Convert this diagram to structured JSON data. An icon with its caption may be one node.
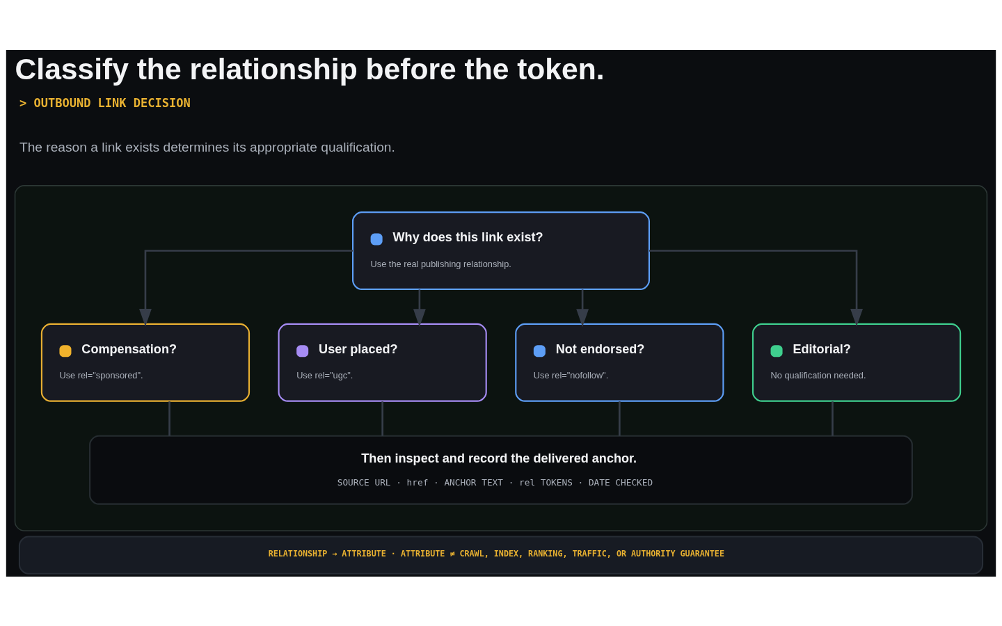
{
  "diagram": {
    "title": "Classify the relationship before the token.",
    "nodes": [
      {
        "text": [],
        "shape": "box"
      },
      {
        "text": [
          "Why does this link exist?",
          "Use the real publishing relationship."
        ],
        "in": 0
      },
      {
        "text": [
          "Compensation?",
          "Use rel=\"sponsored\"."
        ],
        "in": 0
      },
      {
        "text": [
          "User placed?",
          "Use rel=\"ugc\"."
        ],
        "in": 0
      },
      {
        "text": [
          "Not endorsed?",
          "Use rel=\"nofollow\"."
        ],
        "in": 0
      },
      {
        "text": [
          "Editorial?",
          "No qualification needed."
        ],
        "in": 0
      },
      {
        "text": [
          "Then inspect and record the delivered anchor.",
          "SOURCE URL · href · ANCHOR TEXT · rel TOKENS · DATE CHECKED"
        ],
        "in": 0
      },
      {
        "text": [
          "RELATIONSHIP → ATTRIBUTE · ATTRIBUTE ≠ CRAWL, INDEX, RANKING, TRAFFIC, OR AUTHORITY GUARANTEE"
        ]
      }
    ],
    "edges": [
      {
        "from": 1,
        "to": 2,
        "arrow": "to"
      },
      {
        "from": 1,
        "to": 3,
        "arrow": "to"
      },
      {
        "from": 1,
        "to": 4,
        "arrow": "to"
      },
      {
        "from": 1,
        "to": 5,
        "arrow": "to"
      },
      {
        "from": 2,
        "to": 6,
        "arrow": "none"
      },
      {
        "from": 3,
        "to": 6,
        "arrow": "none"
      },
      {
        "from": 4,
        "to": 6,
        "arrow": "none"
      },
      {
        "from": 5,
        "to": 6,
        "arrow": "none"
      }
    ],
    "labels": [
      "> OUTBOUND LINK DECISION",
      "The reason a link exists determines its appropriate qualification."
    ]
  }
}
